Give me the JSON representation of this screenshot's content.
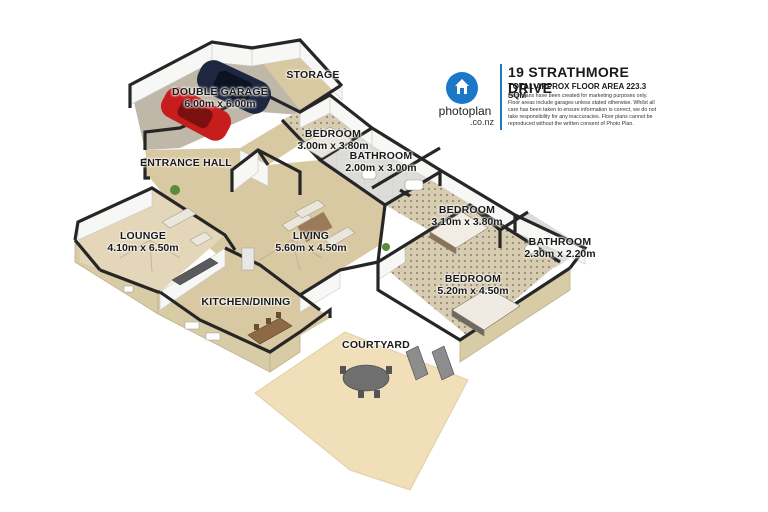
{
  "header": {
    "logo_word": "photoplan",
    "logo_sub": ".co.nz",
    "title": "19 STRATHMORE DRIVE",
    "total_area": "TOTAL APPROX FLOOR AREA 223.3 SQM",
    "disclaimer": "Floor plans have been created for marketing purposes only. Floor areas include garages unless stated otherwise. Whilst all care has been taken to ensure information is correct, we do not take responsibility for any inaccuracies. Floor plans cannot be reproduced without the written consent of Photo Plan."
  },
  "rooms": {
    "double_garage": {
      "name": "DOUBLE GARAGE",
      "dims": "6.00m x 6.00m"
    },
    "storage": {
      "name": "STORAGE",
      "dims": ""
    },
    "bedroom_1": {
      "name": "BEDROOM",
      "dims": "3.00m x 3.80m"
    },
    "bathroom_1": {
      "name": "BATHROOM",
      "dims": "2.00m x 3.00m"
    },
    "entrance_hall": {
      "name": "ENTRANCE HALL",
      "dims": ""
    },
    "lounge": {
      "name": "LOUNGE",
      "dims": "4.10m x 6.50m"
    },
    "living": {
      "name": "LIVING",
      "dims": "5.60m x 4.50m"
    },
    "bedroom_2": {
      "name": "BEDROOM",
      "dims": "3.10m x 3.80m"
    },
    "bathroom_2": {
      "name": "BATHROOM",
      "dims": "2.30m x 2.20m"
    },
    "bedroom_3": {
      "name": "BEDROOM",
      "dims": "5.20m x 4.50m"
    },
    "kitchen_dining": {
      "name": "KITCHEN/DINING",
      "dims": ""
    },
    "courtyard": {
      "name": "COURTYARD",
      "dims": ""
    }
  },
  "colors": {
    "floor": "#d9c9a3",
    "courtyard": "#f0dfb8",
    "wall_top": "#2a2a2a",
    "wall_face": "#ffffff",
    "exterior": "#d9cda8",
    "brand_blue": "#1b78c9"
  }
}
